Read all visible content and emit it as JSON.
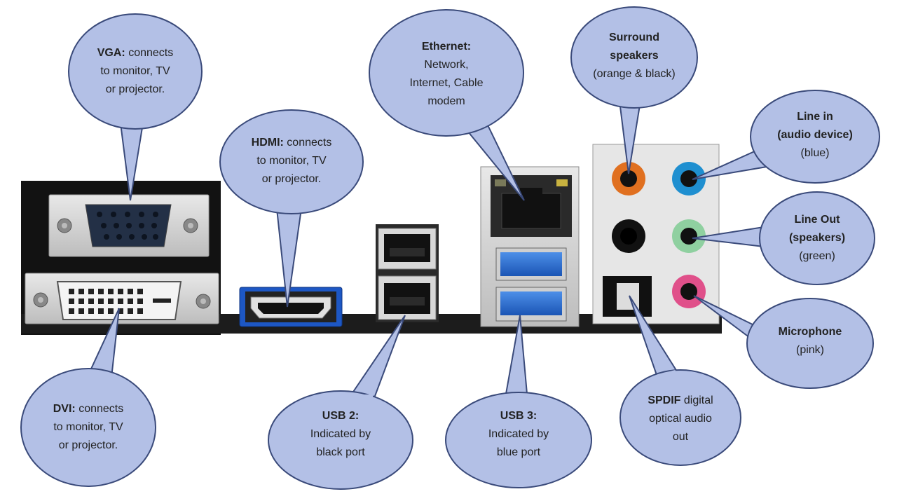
{
  "callouts": {
    "vga": {
      "title": "VGA:",
      "rest": " connects",
      "l2": "to monitor, TV",
      "l3": "or projector."
    },
    "dvi": {
      "title": "DVI:",
      "rest": " connects",
      "l2": "to monitor, TV",
      "l3": "or projector."
    },
    "hdmi": {
      "title": "HDMI:",
      "rest": " connects",
      "l2": "to monitor, TV",
      "l3": "or projector."
    },
    "ethernet": {
      "title": "Ethernet:",
      "l2": "Network,",
      "l3": "Internet, Cable",
      "l4": "modem"
    },
    "surround": {
      "title": "Surround",
      "title2": "speakers",
      "l3": "(orange & black)"
    },
    "linein": {
      "title": "Line in",
      "title2": "(audio device)",
      "l3": "(blue)"
    },
    "lineout": {
      "title": "Line Out",
      "title2": "(speakers)",
      "l3": "(green)"
    },
    "mic": {
      "title": "Microphone",
      "l2": "(pink)"
    },
    "spdif": {
      "title": "SPDIF",
      "rest": " digital",
      "l2": "optical audio",
      "l3": "out"
    },
    "usb2": {
      "title": "USB 2:",
      "l2": "Indicated by",
      "l3": "black port"
    },
    "usb3": {
      "title": "USB 3:",
      "l2": "Indicated by",
      "l3": "blue port"
    }
  },
  "colors": {
    "bubble_fill": "#b3c0e6",
    "bubble_stroke": "#3a4a7a",
    "panel": "#1a1a1a",
    "usb3_blue": "#2a6fd6",
    "jack_orange": "#e07020",
    "jack_blue": "#1f8fd0",
    "jack_green": "#8fd0a0",
    "jack_pink": "#e0508a",
    "jack_black": "#111111"
  }
}
